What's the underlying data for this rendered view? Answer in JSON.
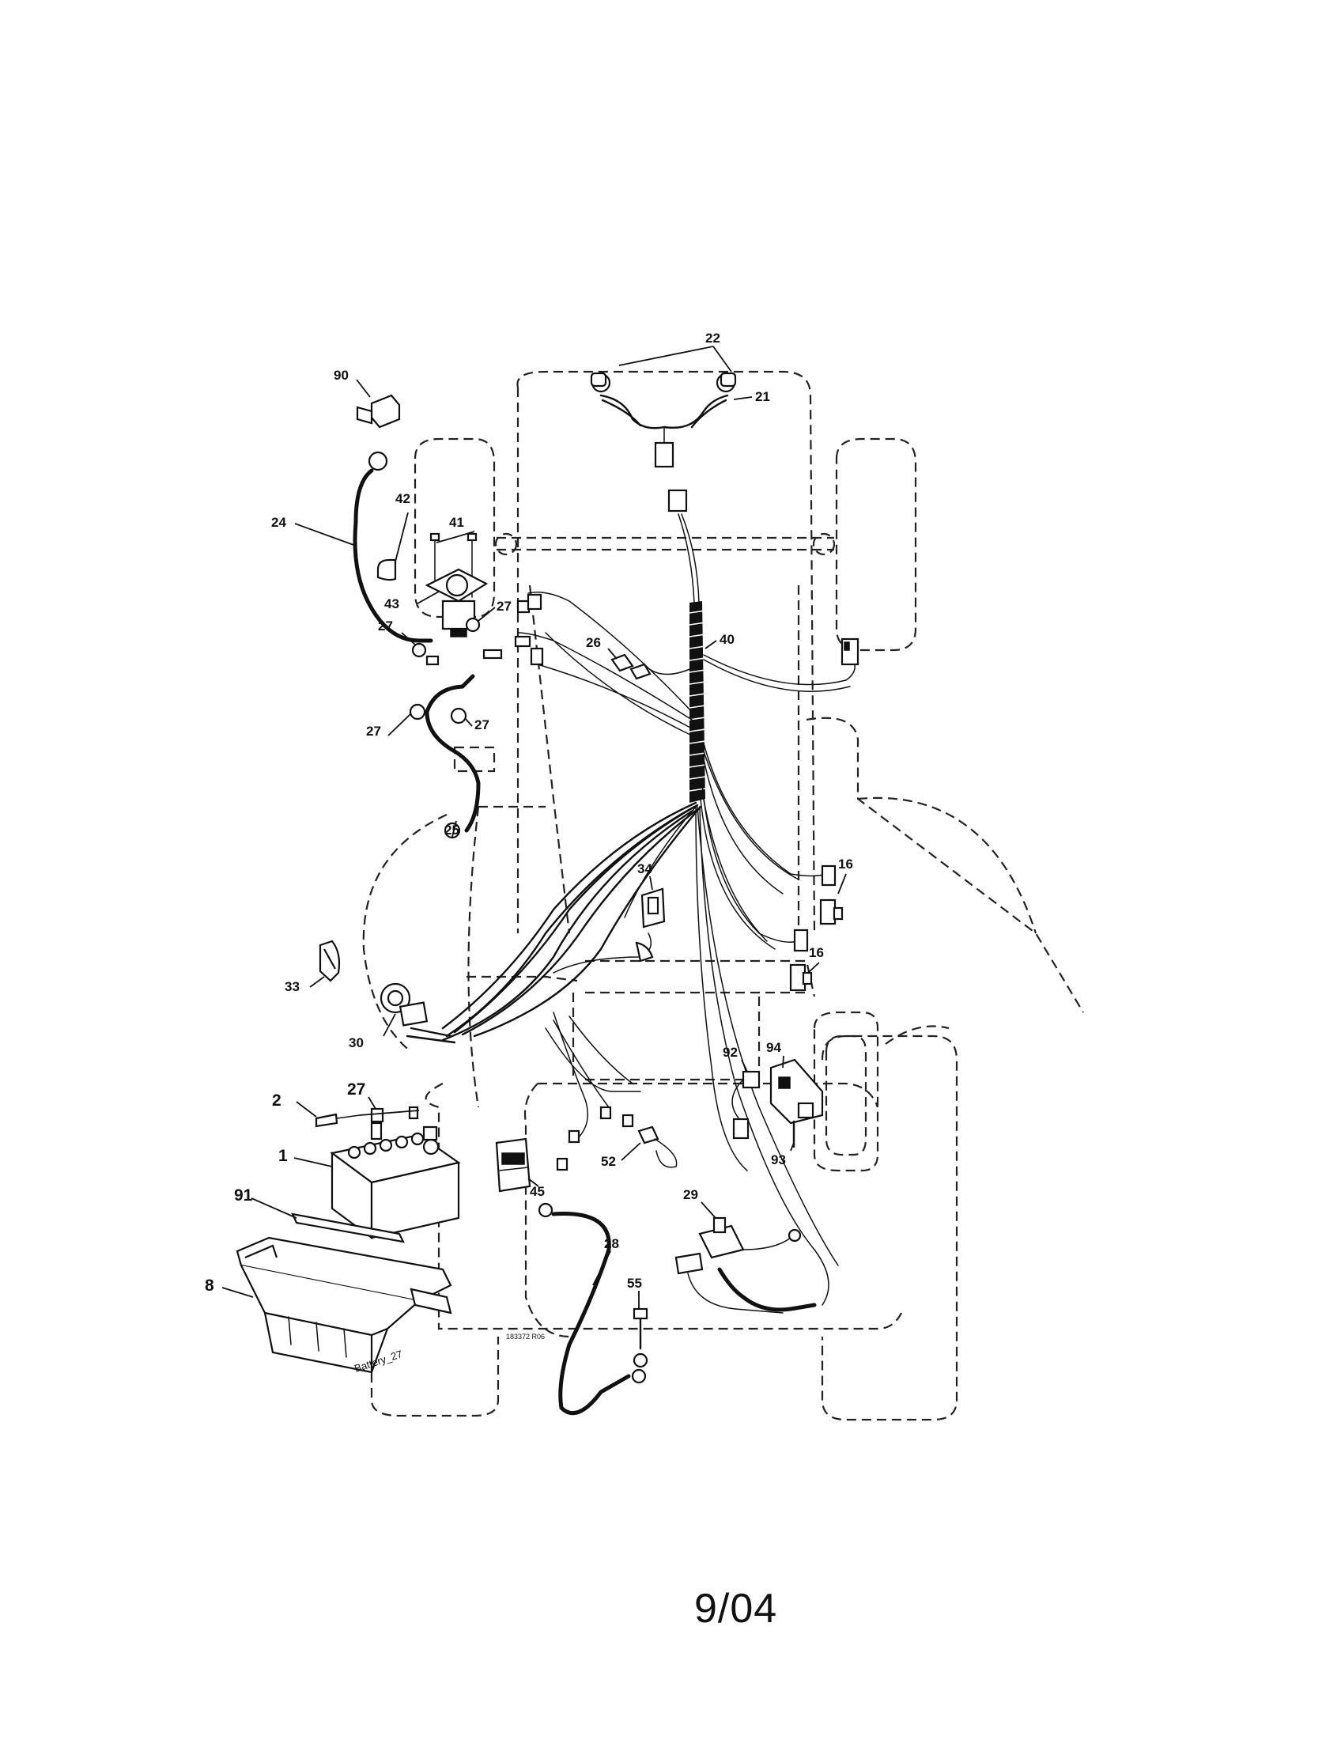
{
  "callouts": {
    "c1": "1",
    "c2": "2",
    "c8": "8",
    "c16a": "16",
    "c16b": "16",
    "c21": "21",
    "c22": "22",
    "c24": "24",
    "c25": "25",
    "c26": "26",
    "c27a": "27",
    "c27b": "27",
    "c27c": "27",
    "c27d": "27",
    "c27e": "27",
    "c28": "28",
    "c29": "29",
    "c30": "30",
    "c33": "33",
    "c34": "34",
    "c40": "40",
    "c41": "41",
    "c42": "42",
    "c43": "43",
    "c45": "45",
    "c52": "52",
    "c55": "55",
    "c90": "90",
    "c91": "91",
    "c92": "92",
    "c93": "93",
    "c94": "94"
  },
  "drawing_code": "183372 R06",
  "battery_label": "Battery_27",
  "page_footer": "9/04"
}
